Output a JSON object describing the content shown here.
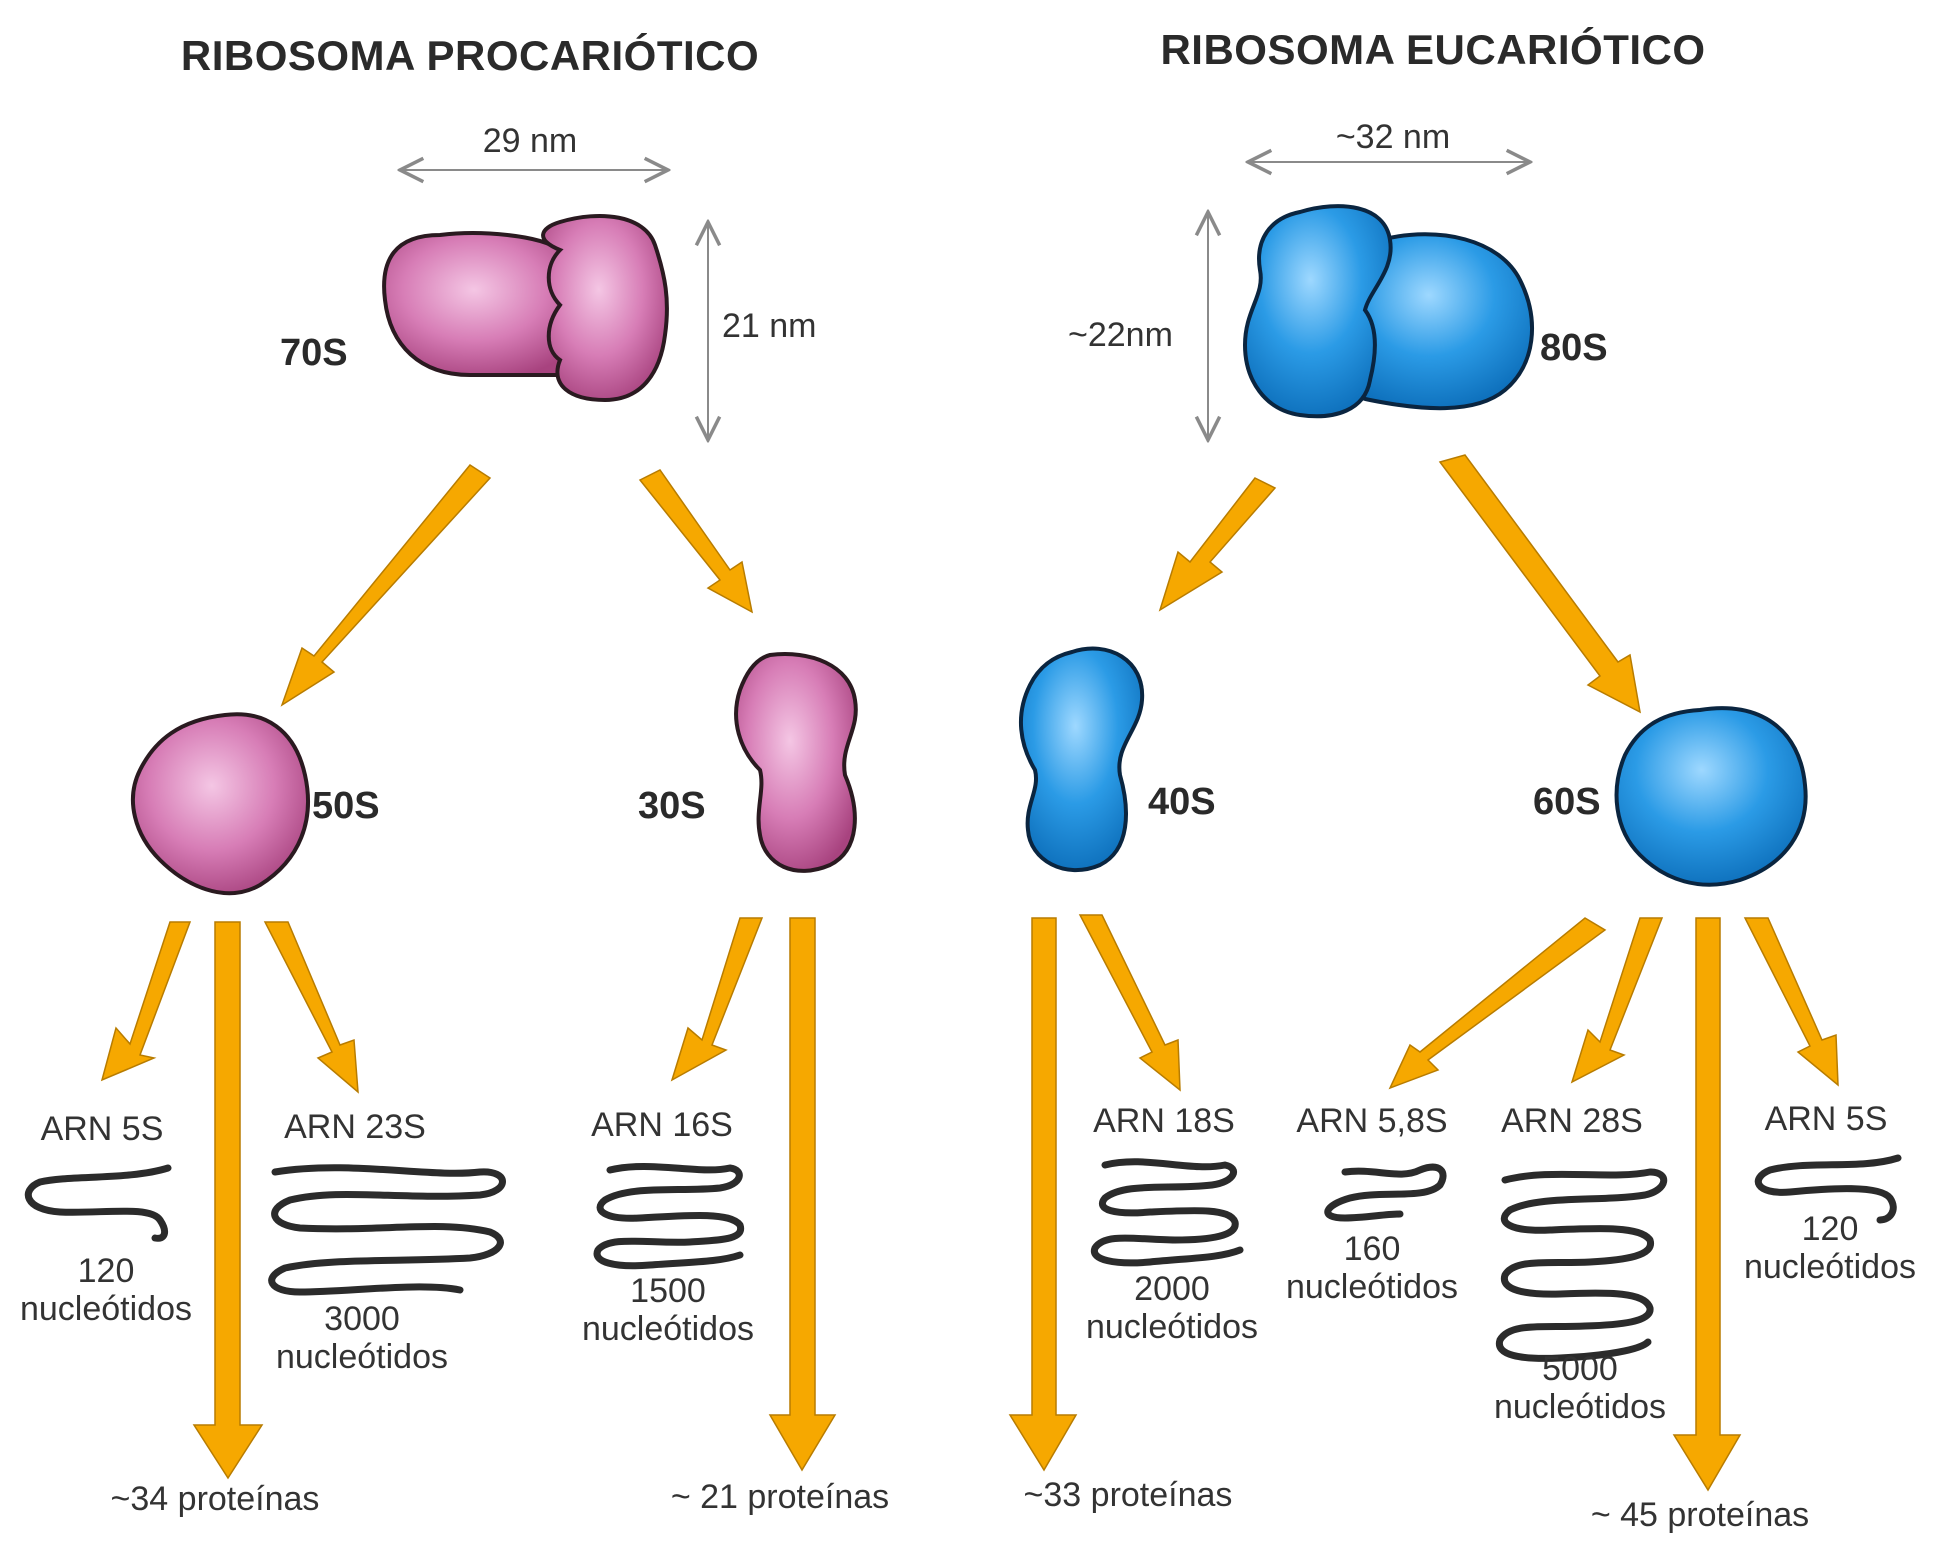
{
  "prokaryote": {
    "title": "RIBOSOMA PROCARIÓTICO",
    "whole": "70S",
    "width_label": "29 nm",
    "height_label": "21 nm",
    "large_subunit": "50S",
    "small_subunit": "30S",
    "rna_5s": {
      "name": "ARN 5S",
      "count": "120",
      "unit": "nucleótidos"
    },
    "rna_23s": {
      "name": "ARN 23S",
      "count": "3000",
      "unit": "nucleótidos"
    },
    "rna_16s": {
      "name": "ARN 16S",
      "count": "1500",
      "unit": "nucleótidos"
    },
    "proteins_large": "~34 proteínas",
    "proteins_small": "~ 21 proteínas"
  },
  "eukaryote": {
    "title": "RIBOSOMA EUCARIÓTICO",
    "whole": "80S",
    "width_label": "~32 nm",
    "height_label": "~22nm",
    "small_subunit": "40S",
    "large_subunit": "60S",
    "rna_18s": {
      "name": "ARN 18S",
      "count": "2000",
      "unit": "nucleótidos"
    },
    "rna_58s": {
      "name": "ARN 5,8S",
      "count": "160",
      "unit": "nucleótidos"
    },
    "rna_28s": {
      "name": "ARN 28S",
      "count": "5000",
      "unit": "nucleótidos"
    },
    "rna_5s": {
      "name": "ARN 5S",
      "count": "120",
      "unit": "nucleótidos"
    },
    "proteins_small": "~33 proteínas",
    "proteins_large": "~ 45 proteínas"
  },
  "colors": {
    "prokaryote": "#c04f95",
    "eukaryote": "#1e8fd6",
    "arrow": "#f6a800"
  }
}
